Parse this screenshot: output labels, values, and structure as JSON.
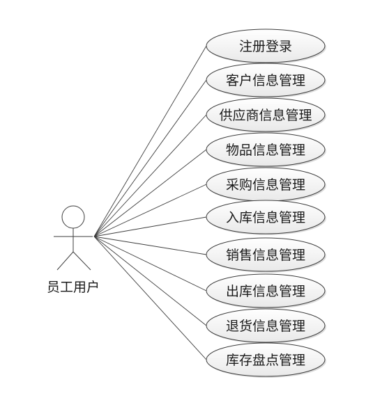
{
  "actor": {
    "label": "员工用户"
  },
  "use_cases": [
    {
      "id": "uc-register-login",
      "label": "注册登录"
    },
    {
      "id": "uc-customer",
      "label": "客户信息管理"
    },
    {
      "id": "uc-supplier",
      "label": "供应商信息管理"
    },
    {
      "id": "uc-goods",
      "label": "物品信息管理"
    },
    {
      "id": "uc-purchase",
      "label": "采购信息管理"
    },
    {
      "id": "uc-stock-in",
      "label": "入库信息管理"
    },
    {
      "id": "uc-sales",
      "label": "销售信息管理"
    },
    {
      "id": "uc-stock-out",
      "label": "出库信息管理"
    },
    {
      "id": "uc-return",
      "label": "退货信息管理"
    },
    {
      "id": "uc-inventory",
      "label": "库存盘点管理"
    }
  ],
  "colors": {
    "stroke": "#3c3c3c",
    "ellipse_fill_top": "#ffffff",
    "ellipse_fill_bottom": "#e9e9e9",
    "shadow": "#bdbdbd"
  }
}
